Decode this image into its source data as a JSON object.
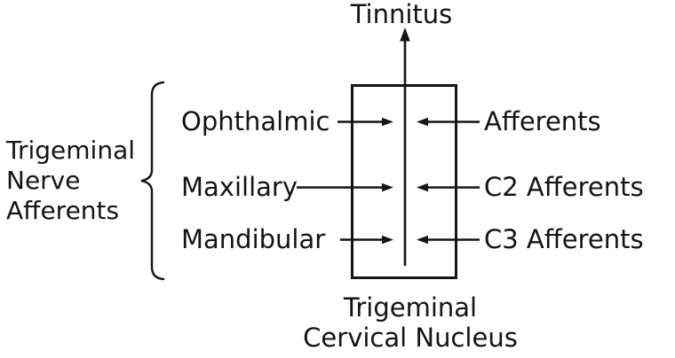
{
  "diagram": {
    "output_label": "Tinnitus",
    "left_group": {
      "label_lines": [
        "Trigeminal",
        "Nerve",
        "Afferents"
      ],
      "items": [
        "Ophthalmic",
        "Maxillary",
        "Mandibular"
      ]
    },
    "right_items": [
      "Afferents",
      "C2 Afferents",
      "C3 Afferents"
    ],
    "box_label_lines": [
      "Trigeminal",
      "Cervical Nucleus"
    ],
    "icons": {
      "brace": "left-curly-brace",
      "output_arrow": "up-arrow",
      "input_arrows": "horizontal-arrows"
    },
    "colors": {
      "ink": "#141414",
      "background": "#ffffff"
    }
  }
}
